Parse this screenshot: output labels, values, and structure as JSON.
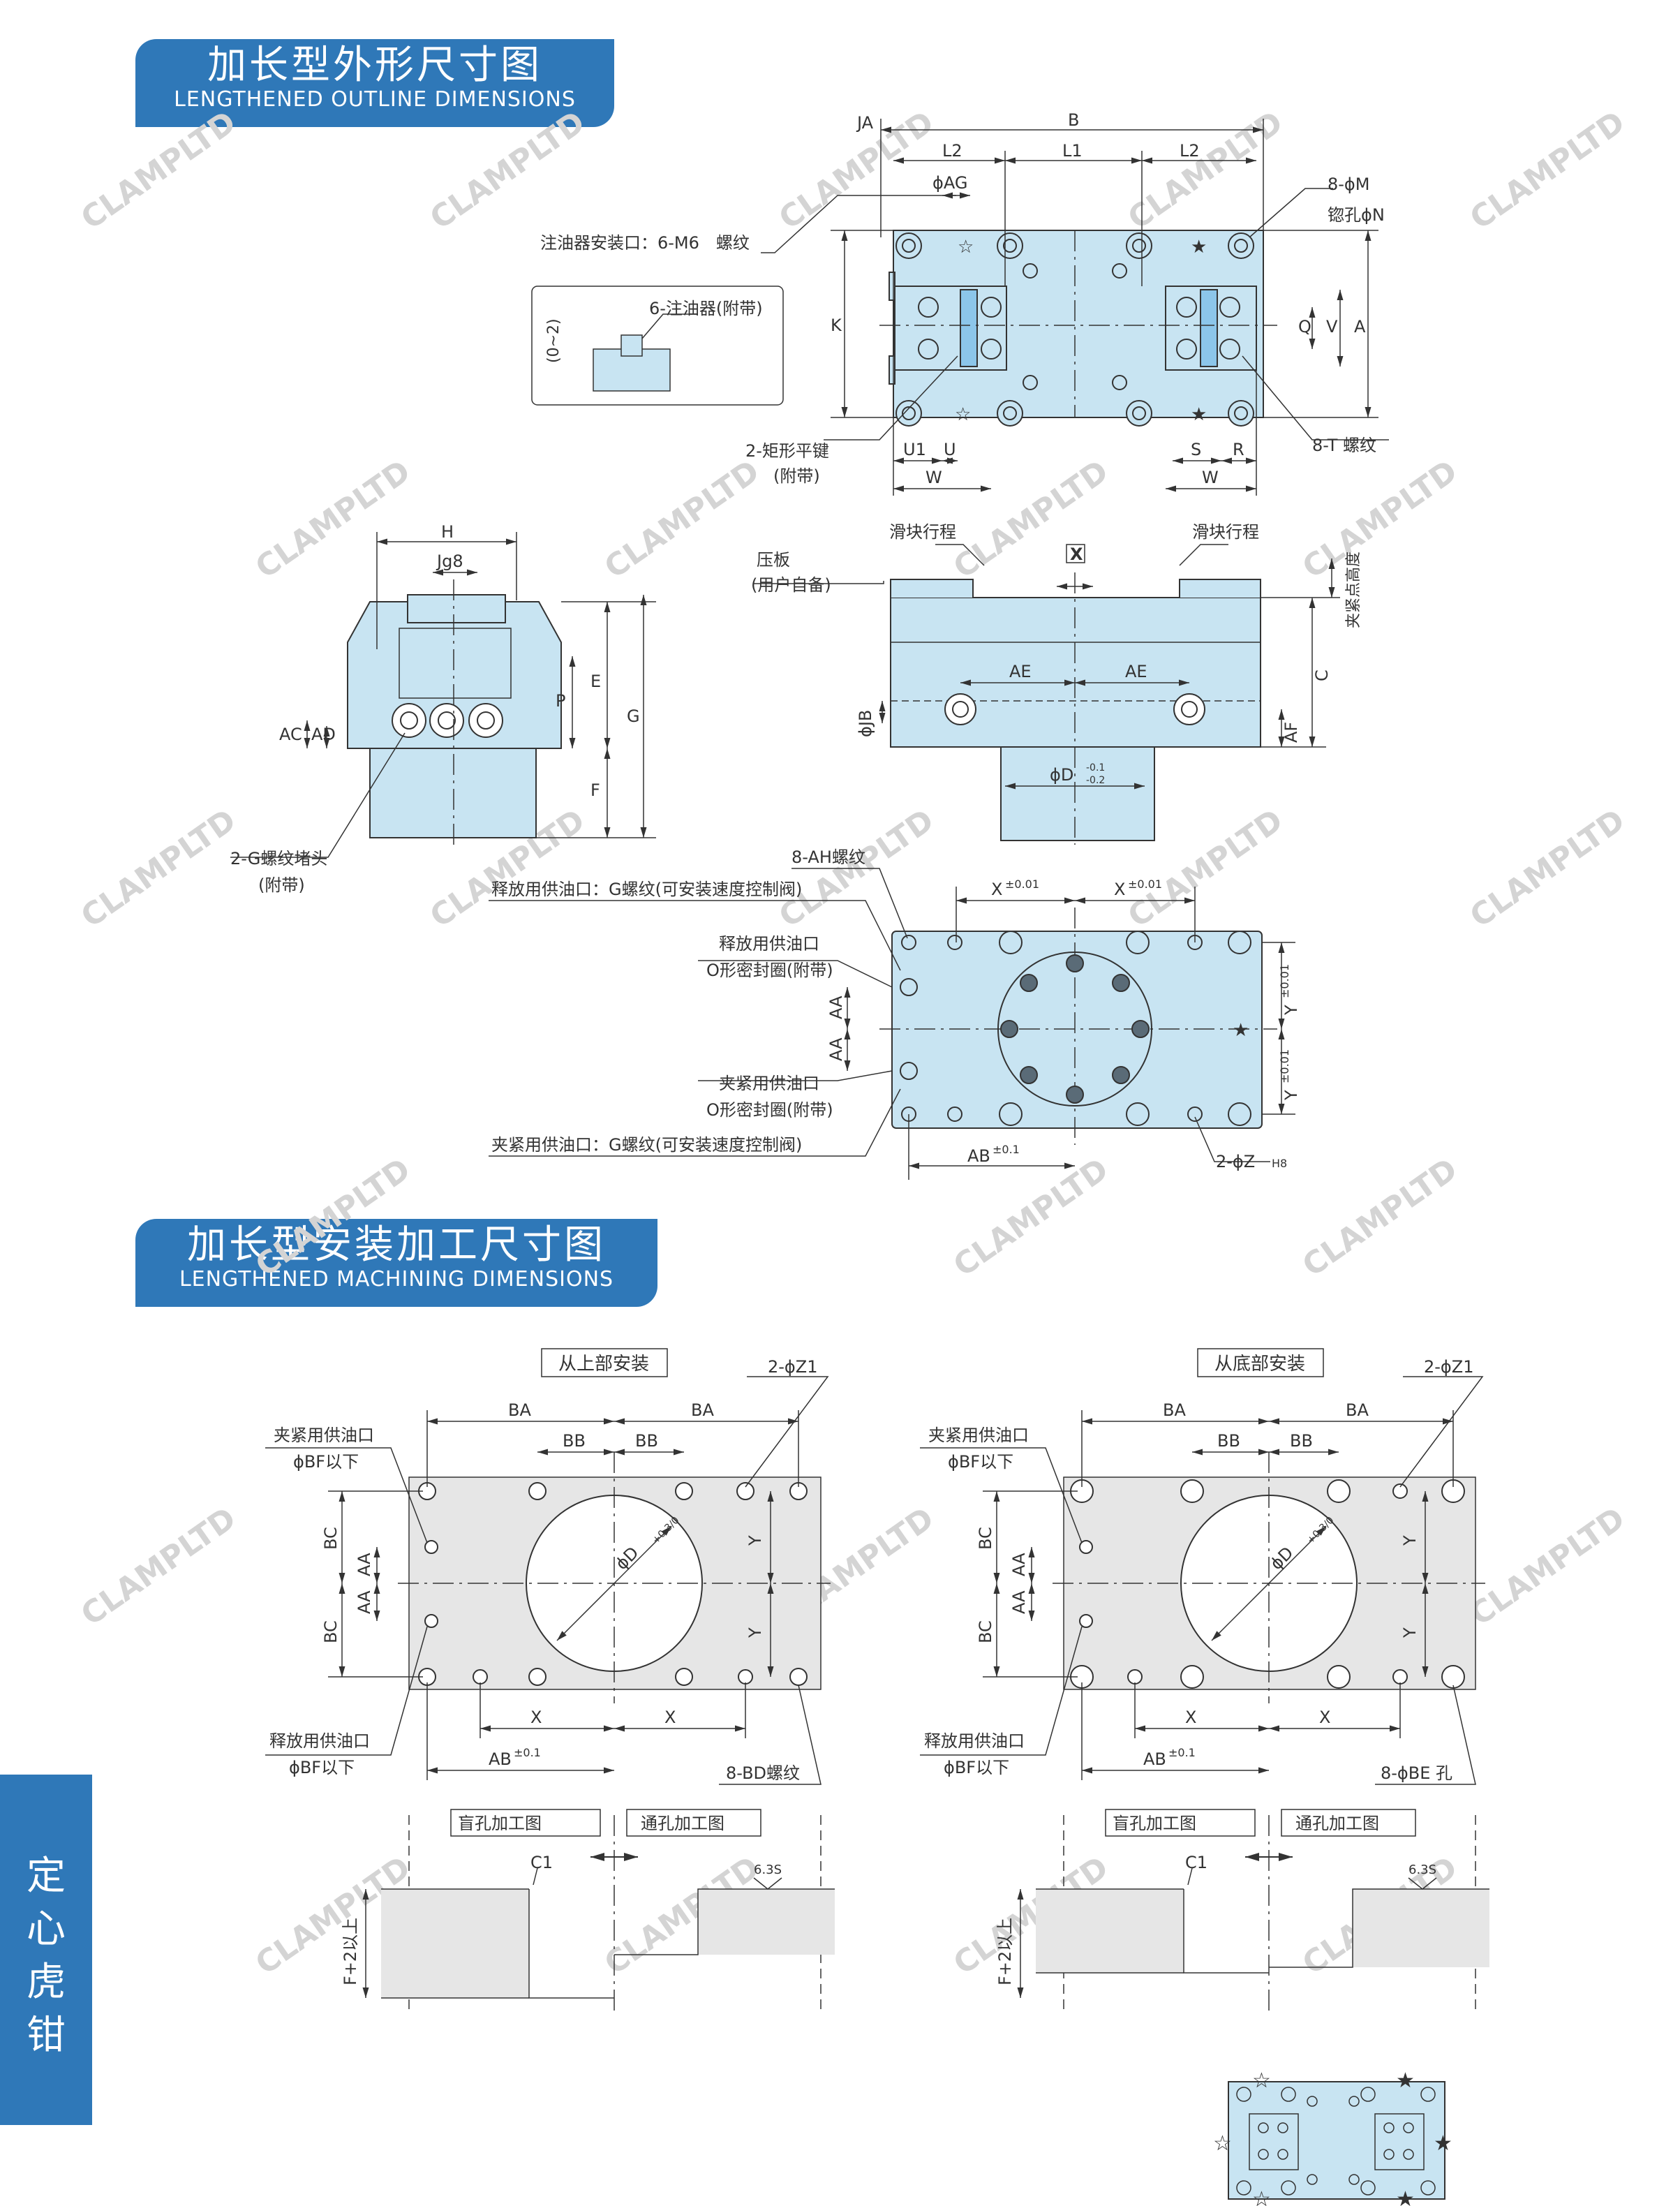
{
  "section1": {
    "title_zh": "加长型外形尺寸图",
    "title_en": "LENGTHENED OUTLINE DIMENSIONS"
  },
  "section2": {
    "title_zh": "加长型安装加工尺寸图",
    "title_en": "LENGTHENED MACHINING DIMENSIONS"
  },
  "side_tab": {
    "chars": [
      "定",
      "心",
      "虎",
      "钳"
    ]
  },
  "watermark": "CLAMPLTD",
  "colors": {
    "header_bg": "#2f78b8",
    "part_fill": "#c8e4f2",
    "plate_fill": "#e6e6e6"
  },
  "top_view": {
    "dims": [
      "JA",
      "B",
      "L2",
      "L1",
      "L2",
      "ϕAG",
      "K",
      "Q",
      "V",
      "A",
      "U1",
      "U",
      "W",
      "S",
      "R",
      "W"
    ],
    "callouts": {
      "grease_port": "注油器安装口：6-M6　螺纹",
      "grease_nipple": "6-注油器(附带)",
      "range": "(0~2)",
      "holes_m": "8-ϕM",
      "holes_n": "锪孔ϕN",
      "key_1": "2-矩形平键",
      "key_2": "(附带)",
      "thread_t": "8-T 螺纹"
    }
  },
  "side_view": {
    "dims": [
      "H",
      "Jg8",
      "P",
      "E",
      "G",
      "F",
      "AC",
      "AD"
    ],
    "plug_1": "2-G螺纹堵头",
    "plug_2": "(附带)"
  },
  "front_view": {
    "dims": [
      "AE",
      "AE",
      "ϕJB",
      "AF",
      "C"
    ],
    "press_plate_1": "压板",
    "press_plate_2": "(用户自备)",
    "slider_travel": "滑块行程",
    "x_axis": "X",
    "clamp_height": "夹紧点高度",
    "d_dim": "ϕD",
    "d_tol_upper": "-0.1",
    "d_tol_lower": "-0.2"
  },
  "bottom_view": {
    "callouts": {
      "ah_thread": "8-AH螺纹",
      "release_port": "释放用供油口：G螺纹(可安装速度控制阀)",
      "release_oil": "释放用供油口",
      "oring_1": "O形密封圈(附带)",
      "clamp_oil": "夹紧用供油口",
      "oring_2": "O形密封圈(附带)",
      "clamp_port": "夹紧用供油口：G螺纹(可安装速度控制阀)",
      "z_holes": "2-ϕZ",
      "z_fit": "H8"
    },
    "dims": {
      "x": "X",
      "x_tol": "±0.01",
      "y": "Y",
      "y_tol": "±0.01",
      "ab": "AB",
      "ab_tol": "±0.1",
      "aa": "AA"
    }
  },
  "machining_left": {
    "label": "从上部安装",
    "z1": "2-ϕZ1",
    "clamp_oil": "夹紧用供油口",
    "bf_1": "ϕBF以下",
    "release_oil": "释放用供油口",
    "bf_2": "ϕBF以下",
    "bd_thread": "8-BD螺纹",
    "dims": {
      "ba": "BA",
      "bb": "BB",
      "bc": "BC",
      "aa": "AA",
      "y": "Y",
      "x": "X",
      "ab": "AB",
      "ab_tol": "±0.1",
      "d": "ϕD",
      "d_tol": "+0.3/0"
    }
  },
  "machining_right": {
    "label": "从底部安装",
    "z1": "2-ϕZ1",
    "clamp_oil": "夹紧用供油口",
    "bf_1": "ϕBF以下",
    "release_oil": "释放用供油口",
    "bf_2": "ϕBF以下",
    "be_hole": "8-ϕBE 孔",
    "dims": {
      "ba": "BA",
      "bb": "BB",
      "bc": "BC",
      "aa": "AA",
      "y": "Y",
      "x": "X",
      "ab": "AB",
      "ab_tol": "±0.1",
      "d": "ϕD",
      "d_tol": "+0.3/0"
    }
  },
  "sections": {
    "blind": "盲孔加工图",
    "through": "通孔加工图",
    "chamfer": "C1",
    "roughness": "6.3S",
    "depth": "F+2以上"
  }
}
